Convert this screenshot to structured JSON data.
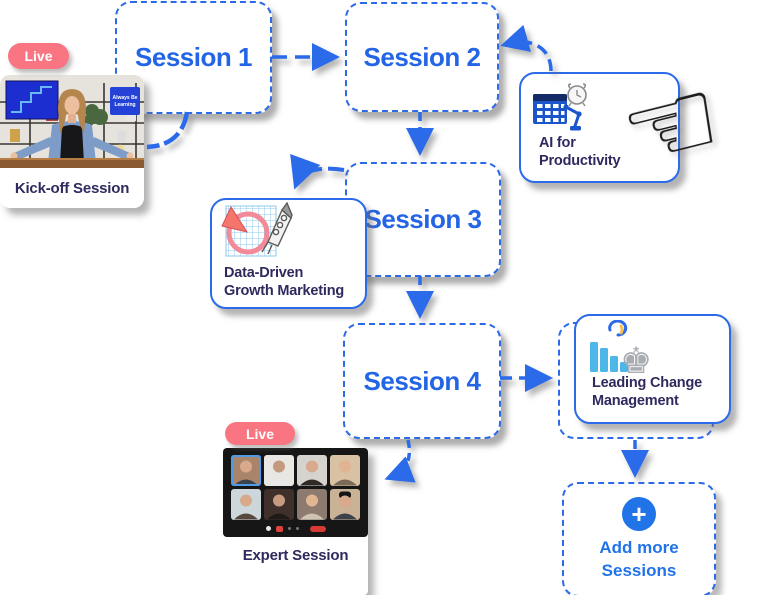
{
  "colors": {
    "accent_blue": "#2b6ae9",
    "session_text_blue": "#2465e6",
    "navy_text": "#2e2a5e",
    "live_pink": "#f97582",
    "add_blue": "#2173e8",
    "bar_light_blue": "#4cb7e8"
  },
  "sessions": {
    "s1": "Session 1",
    "s2": "Session 2",
    "s3": "Session 3",
    "s4": "Session 4"
  },
  "kickoff": {
    "badge": "Live",
    "title": "Kick-off Session",
    "sign_line1": "Always Be",
    "sign_line2": "Learning"
  },
  "ai_card": {
    "line1": "AI for",
    "line2": "Productivity"
  },
  "data_card": {
    "line1": "Data-Driven",
    "line2": "Growth Marketing"
  },
  "leading_card": {
    "line1": "Leading Change",
    "line2": "Management"
  },
  "add_card": {
    "line1": "Add more",
    "line2": "Sessions"
  },
  "expert": {
    "badge": "Live",
    "title": "Expert Session",
    "tiles": [
      {
        "style": "background:#a9846b;outline:2px solid #4f9be8;outline-offset:-2px"
      },
      {
        "style": "background:#e9e7e3"
      },
      {
        "style": "background:#d6d2cd"
      },
      {
        "style": "background:#d9c2a3"
      },
      {
        "style": "background:#ccd6db"
      },
      {
        "style": "background:#40302c"
      },
      {
        "style": "background:#8d7b6f"
      },
      {
        "style": "background:#c9b295"
      }
    ]
  },
  "icons": {
    "plus": "+",
    "pointing_hand": "☜",
    "chess_king": "♚"
  }
}
